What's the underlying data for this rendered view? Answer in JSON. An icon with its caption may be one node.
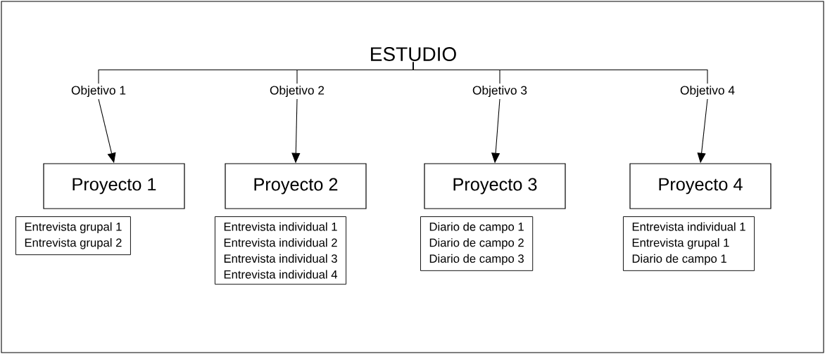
{
  "diagram": {
    "nodes": [
      {
        "text": [
          "ESTUDIO"
        ]
      },
      {
        "text": [
          "Objetivo 1"
        ]
      },
      {
        "text": [
          "Objetivo 2"
        ]
      },
      {
        "text": [
          "Objetivo 3"
        ]
      },
      {
        "text": [
          "Objetivo 4"
        ]
      },
      {
        "text": [
          "Proyecto 1"
        ]
      },
      {
        "text": [
          "Proyecto 2"
        ]
      },
      {
        "text": [
          "Proyecto 3"
        ]
      },
      {
        "text": [
          "Proyecto 4"
        ]
      },
      {
        "text": [
          "Entrevista grupal 1",
          "Entrevista grupal 2"
        ]
      },
      {
        "text": [
          "Entrevista individual 1",
          "Entrevista individual 2",
          "Entrevista individual 3",
          "Entrevista individual 4"
        ]
      },
      {
        "text": [
          "Diario de campo 1",
          "Diario de campo 2",
          "Diario de campo 3"
        ]
      },
      {
        "text": [
          "Entrevista individual 1",
          "Entrevista grupal 1",
          "Diario de campo 1"
        ]
      }
    ],
    "edges": [
      {
        "from": 0,
        "to": 1,
        "arrow": "none"
      },
      {
        "from": 0,
        "to": 2,
        "arrow": "none"
      },
      {
        "from": 0,
        "to": 3,
        "arrow": "none"
      },
      {
        "from": 0,
        "to": 4,
        "arrow": "none"
      },
      {
        "from": 1,
        "to": 5,
        "arrow": "to"
      },
      {
        "from": 2,
        "to": 6,
        "arrow": "to"
      },
      {
        "from": 3,
        "to": 7,
        "arrow": "to"
      },
      {
        "from": 4,
        "to": 8,
        "arrow": "to"
      }
    ]
  }
}
